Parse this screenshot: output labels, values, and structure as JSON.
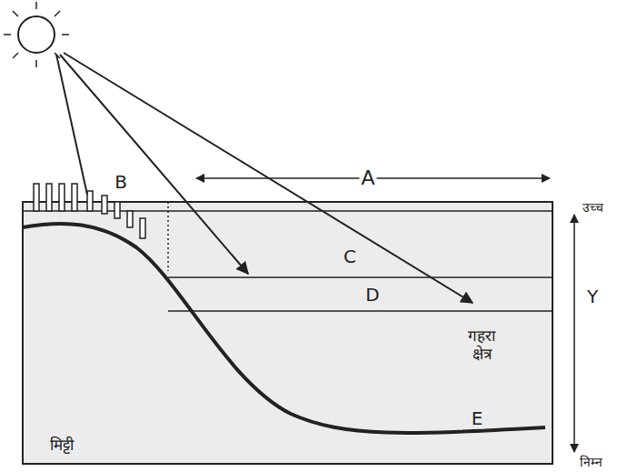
{
  "diagram": {
    "labels": [
      "B",
      "A",
      "उच्च",
      "C",
      "D",
      "Y",
      "गहरा क्षेत्र",
      "मिट्टी",
      "E",
      "निम्न"
    ]
  }
}
